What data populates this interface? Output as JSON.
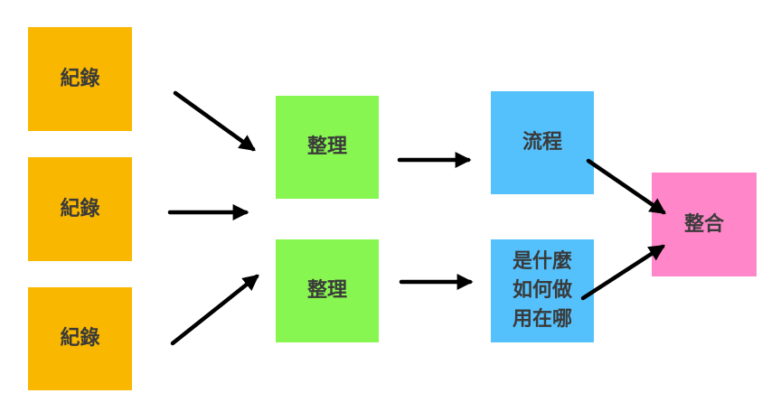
{
  "colors": {
    "record": "#F9B700",
    "organize": "#88F651",
    "process": "#54C1FD",
    "integrate": "#FF86C8",
    "arrow": "#000000"
  },
  "nodes": {
    "record_1": "紀錄",
    "record_2": "紀錄",
    "record_3": "紀錄",
    "organize_1": "整理",
    "organize_2": "整理",
    "process": "流程",
    "usage": "是什麼\n如何做\n用在哪",
    "integrate": "整合"
  },
  "edges": [
    {
      "from": "record_1",
      "to": "organize_1"
    },
    {
      "from": "record_2",
      "to": "organize_1"
    },
    {
      "from": "record_3",
      "to": "organize_2"
    },
    {
      "from": "organize_1",
      "to": "process"
    },
    {
      "from": "organize_2",
      "to": "usage"
    },
    {
      "from": "process",
      "to": "integrate"
    },
    {
      "from": "usage",
      "to": "integrate"
    }
  ]
}
